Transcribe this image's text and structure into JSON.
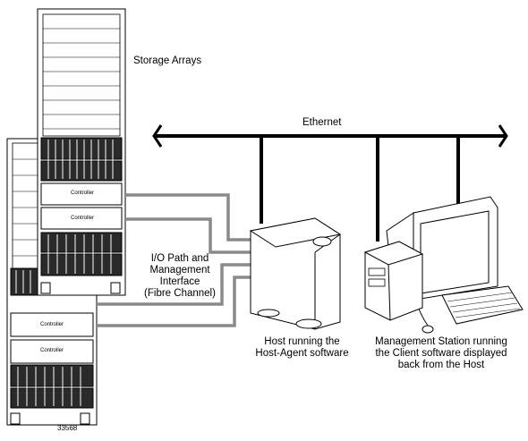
{
  "labels": {
    "storage_arrays": "Storage Arrays",
    "ethernet": "Ethernet",
    "io_path": [
      "I/O Path and",
      "Management",
      "Interface",
      "(Fibre Channel)"
    ],
    "host": [
      "Host running the",
      "Host-Agent software"
    ],
    "management_station": [
      "Management Station running",
      "the Client software displayed",
      "back from the Host"
    ],
    "controller": "Controller",
    "figure_number": "33568"
  },
  "colors": {
    "line": "#000000",
    "fibre_cable": "#8a8a8a",
    "equipment_fill": "#ffffff",
    "drive_dark": "#1a1a1a"
  }
}
